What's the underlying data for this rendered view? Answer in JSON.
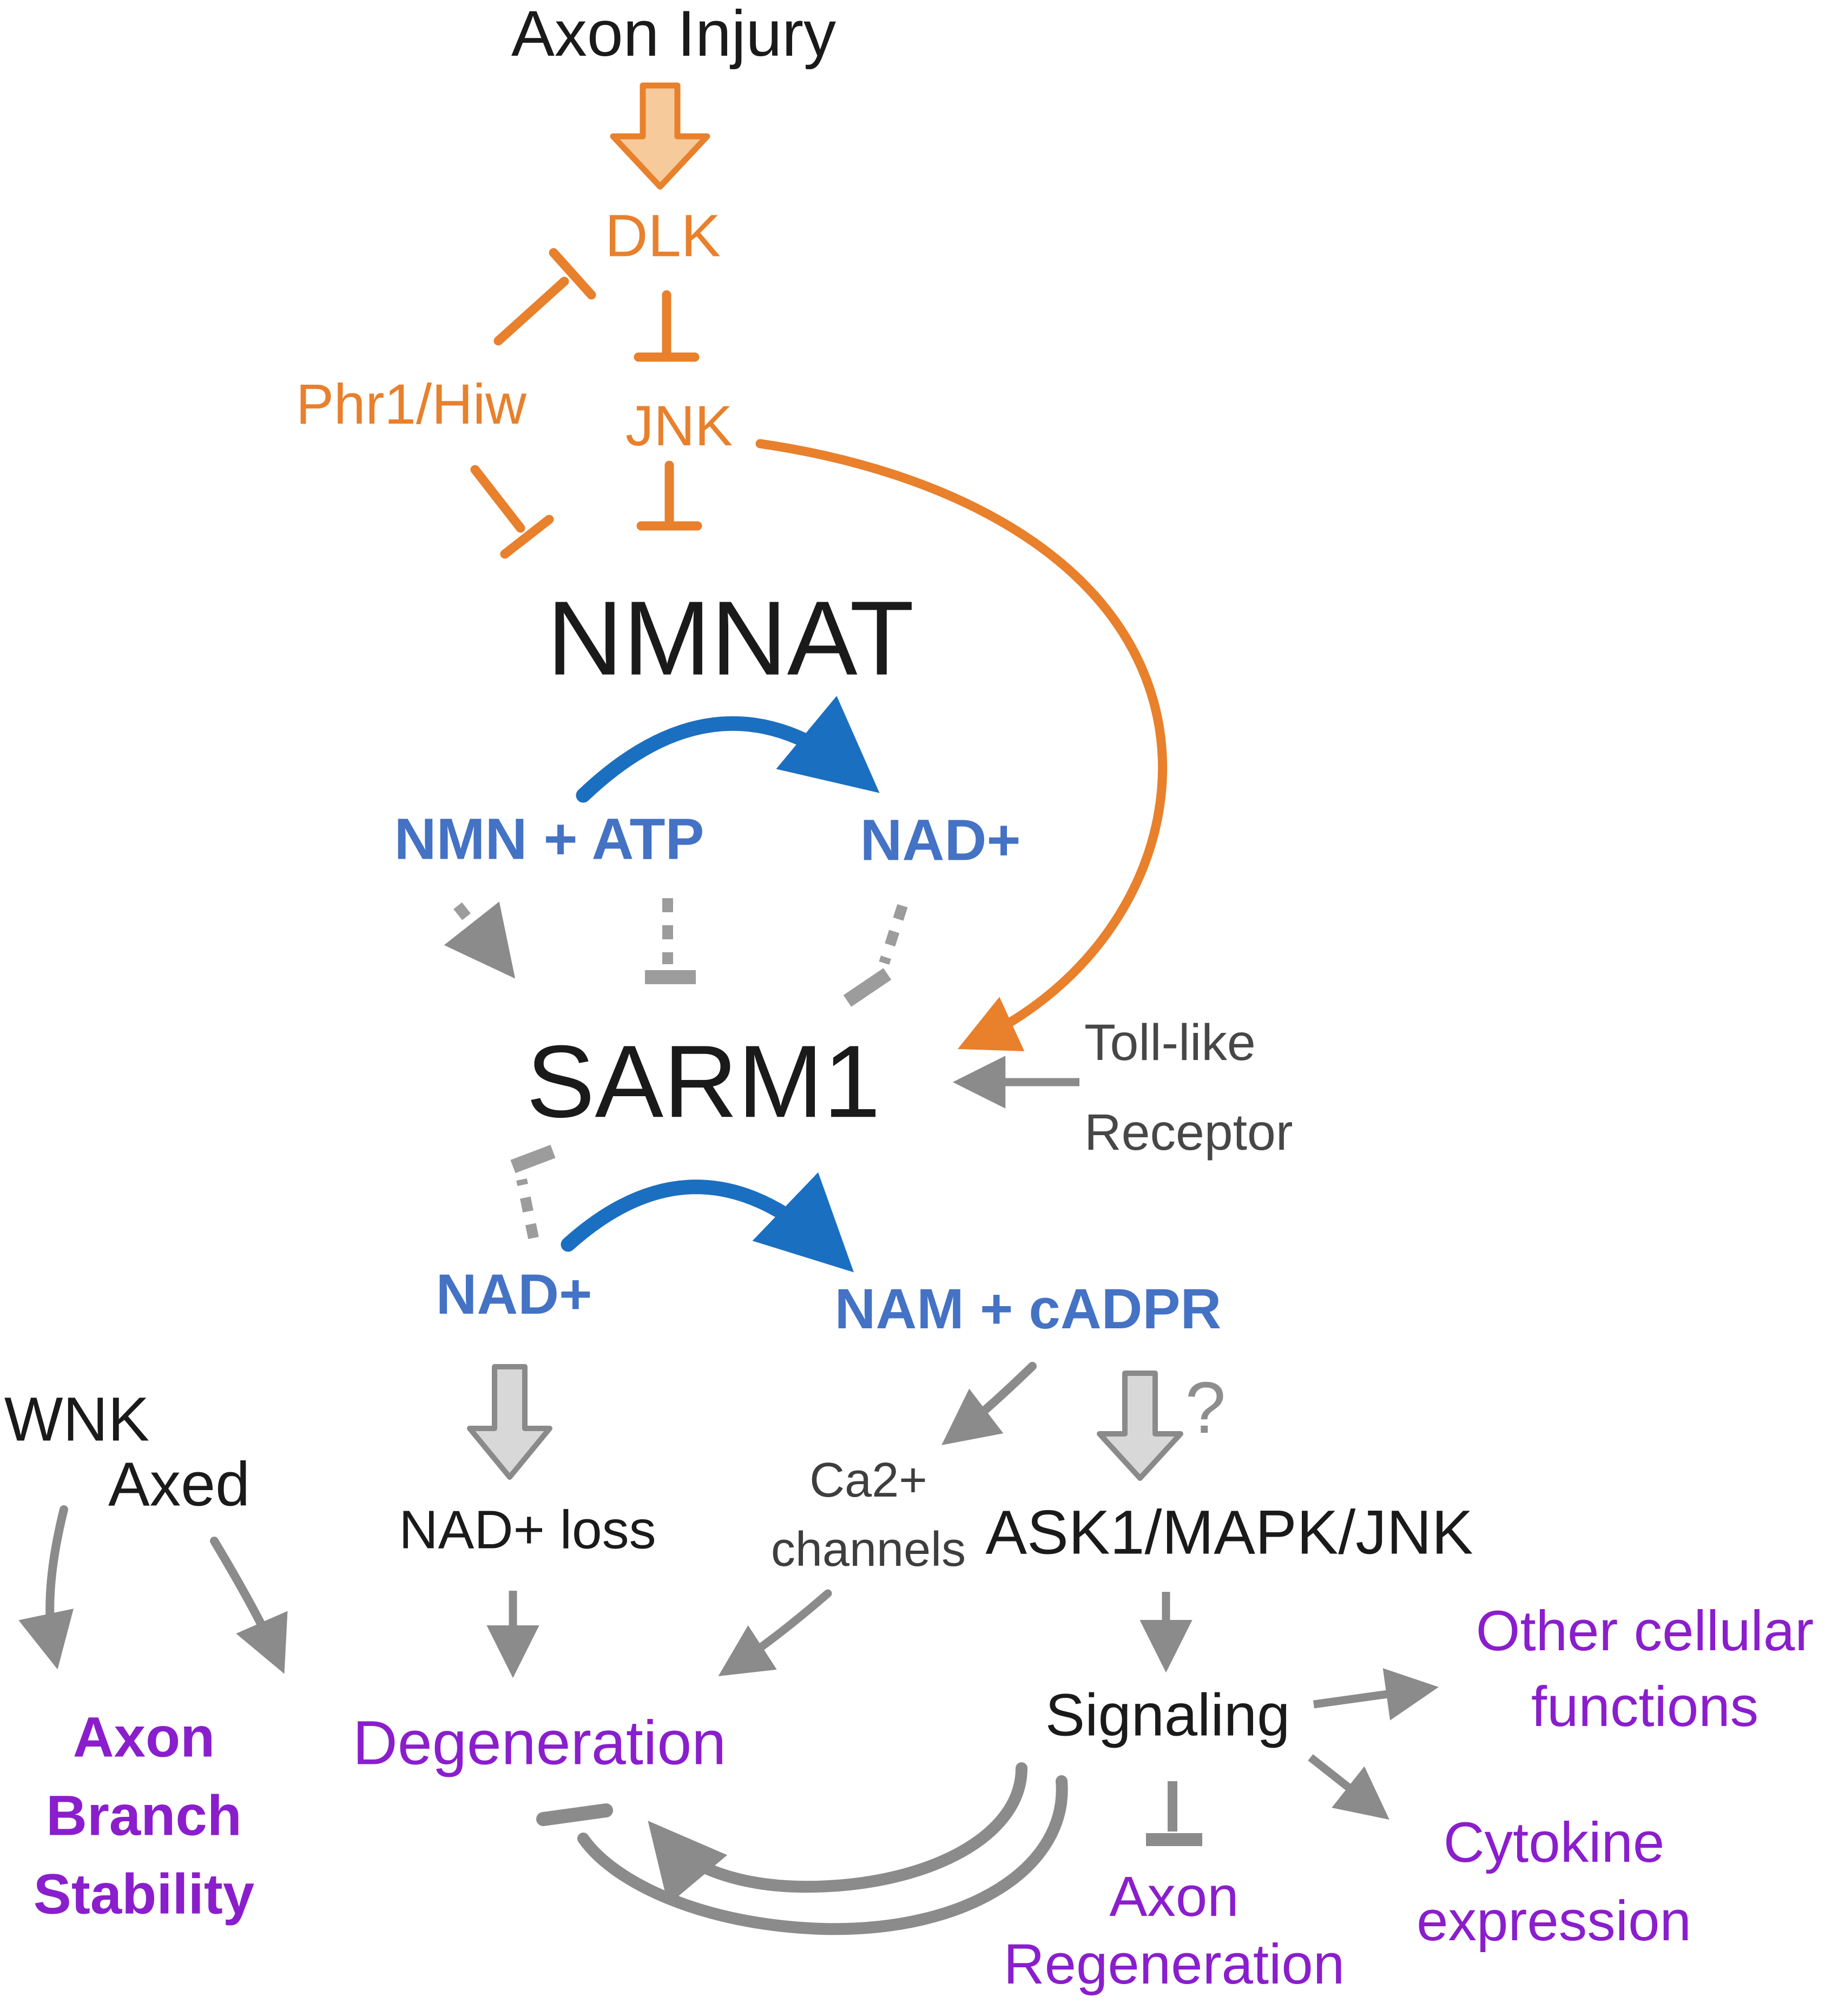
{
  "figure": {
    "type": "signaling-pathway-diagram",
    "colors": {
      "black": "#1A1A1A",
      "orange": "#E8802C",
      "orange_block_fill": "#F6CA9B",
      "blue_text": "#4472C4",
      "blue_arrow": "#1B6FC0",
      "gray_arrow": "#8B8B8B",
      "gray_dashed": "#9C9C9C",
      "gray_block_fill": "#D8D8D8",
      "gray_text": "#3E3E3E",
      "purple": "#8A1ECC"
    },
    "nodes": {
      "axon_injury": "Axon Injury",
      "dlk": "DLK",
      "phr1_hiw": "Phr1/Hiw",
      "jnk": "JNK",
      "nmnat": "NMNAT",
      "nmn_atp": "NMN + ATP",
      "nad_top": "NAD+",
      "sarm1": "SARM1",
      "toll_like_receptor": {
        "line1": "Toll-like",
        "line2": "Receptor"
      },
      "nad_bottom": "NAD+",
      "nam_cadpr": "NAM + cADPR",
      "wnk": "WNK",
      "axed": "Axed",
      "nad_loss": "NAD+ loss",
      "ca_channels": {
        "line1": "Ca2+",
        "line2": "channels"
      },
      "ask1_mapk_jnk": "ASK1/MAPK/JNK",
      "uncertainty_mark": "?",
      "degeneration": "Degeneration",
      "signaling": "Signaling",
      "axon_branch_stability": {
        "line1": "Axon",
        "line2": "Branch",
        "line3": "Stability"
      },
      "other_cellular_functions": {
        "line1": "Other cellular",
        "line2": "functions"
      },
      "cytokine_expression": {
        "line1": "Cytokine",
        "line2": "expression"
      },
      "axon_regeneration": {
        "line1": "Axon",
        "line2": "Regeneration"
      }
    },
    "edges": [
      {
        "from": "Axon Injury",
        "to": "DLK",
        "type": "activation-block-arrow",
        "color": "orange"
      },
      {
        "from": "Phr1/Hiw",
        "to": "DLK",
        "type": "inhibition",
        "color": "orange"
      },
      {
        "from": "DLK",
        "to": "JNK",
        "type": "inhibition",
        "color": "orange"
      },
      {
        "from": "JNK",
        "to": "NMNAT",
        "type": "inhibition",
        "color": "orange"
      },
      {
        "from": "Phr1/Hiw",
        "to": "NMNAT",
        "type": "inhibition",
        "color": "orange"
      },
      {
        "from": "JNK",
        "to": "SARM1",
        "type": "activation-curved",
        "color": "orange"
      },
      {
        "from": "NMN + ATP",
        "to": "NAD+",
        "type": "catalysis-arc",
        "enzyme": "NMNAT",
        "color": "blue"
      },
      {
        "from": "NMN",
        "to": "SARM1",
        "type": "activation-dashed",
        "color": "gray"
      },
      {
        "from": "ATP",
        "to": "SARM1",
        "type": "inhibition-dashed",
        "color": "gray"
      },
      {
        "from": "NAD+",
        "to": "SARM1",
        "type": "inhibition-dashed",
        "color": "gray"
      },
      {
        "from": "Toll-like Receptor",
        "to": "SARM1",
        "type": "activation",
        "color": "gray"
      },
      {
        "from": "NAD+",
        "to": "SARM1",
        "type": "inhibition-dashed-lower",
        "color": "gray"
      },
      {
        "from": "NAD+",
        "to": "NAM + cADPR",
        "type": "catalysis-arc",
        "enzyme": "SARM1",
        "color": "blue"
      },
      {
        "from": "NAD+",
        "to": "NAD+ loss",
        "type": "activation-block-arrow",
        "color": "gray"
      },
      {
        "from": "NAM + cADPR",
        "to": "Ca2+ channels",
        "type": "activation-curved",
        "color": "gray"
      },
      {
        "from": "cADPR",
        "to": "ASK1/MAPK/JNK",
        "type": "activation-block-arrow-uncertain",
        "label": "?",
        "color": "gray"
      },
      {
        "from": "WNK",
        "to": "Axon Branch Stability",
        "type": "activation-curved",
        "color": "gray"
      },
      {
        "from": "Axed",
        "to": "Degeneration",
        "type": "activation-curved",
        "color": "gray"
      },
      {
        "from": "NAD+ loss",
        "to": "Degeneration",
        "type": "activation",
        "color": "gray"
      },
      {
        "from": "Ca2+ channels",
        "to": "Degeneration",
        "type": "activation-curved",
        "color": "gray"
      },
      {
        "from": "ASK1/MAPK/JNK",
        "to": "Signaling",
        "type": "activation",
        "color": "gray"
      },
      {
        "from": "Signaling",
        "to": "Other cellular functions",
        "type": "activation",
        "color": "gray"
      },
      {
        "from": "Signaling",
        "to": "Cytokine expression",
        "type": "activation",
        "color": "gray"
      },
      {
        "from": "Signaling",
        "to": "Axon Regeneration",
        "type": "inhibition",
        "color": "gray"
      },
      {
        "from": "Signaling",
        "to": "Degeneration",
        "type": "activation-curved-arc",
        "color": "gray"
      },
      {
        "from": "Signaling",
        "to": "Degeneration",
        "type": "inhibition-curved-arc",
        "color": "gray"
      }
    ]
  }
}
